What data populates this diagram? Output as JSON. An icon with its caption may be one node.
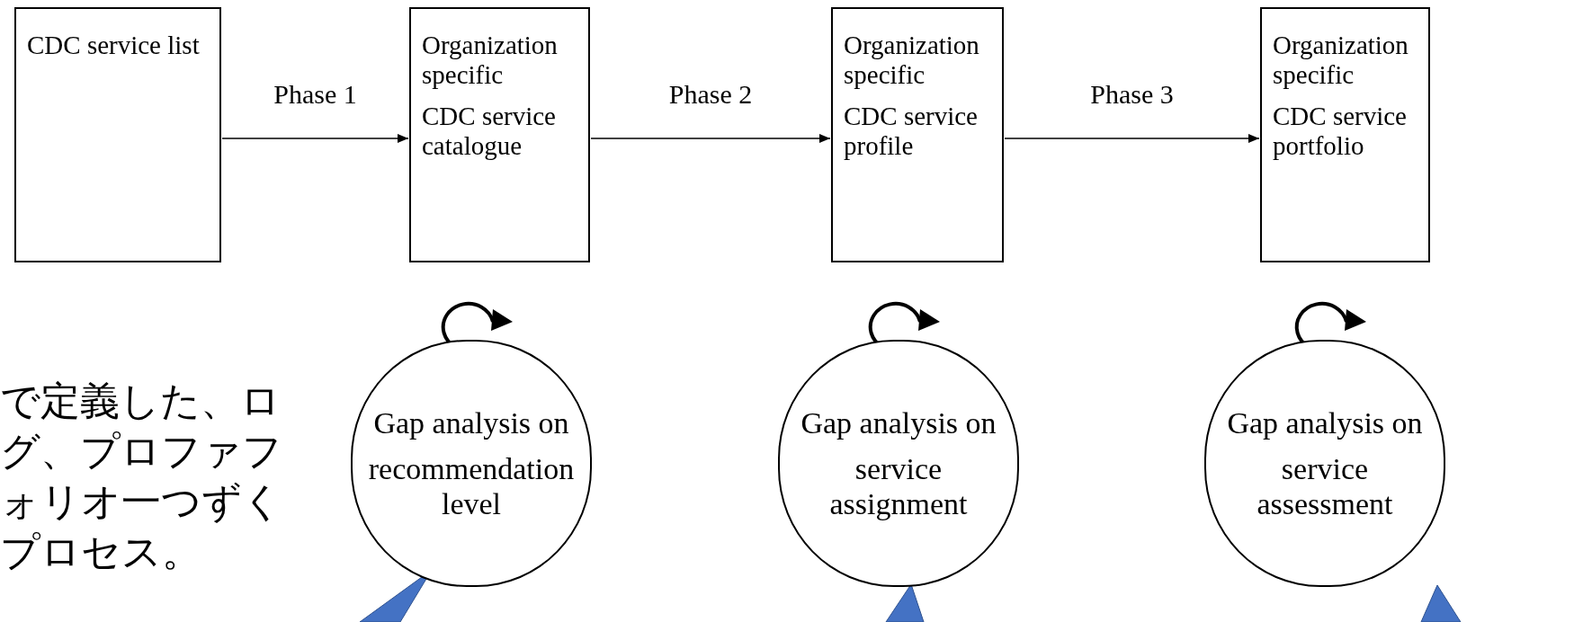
{
  "diagram": {
    "nodes": [
      {
        "text": [
          "CDC service list"
        ]
      },
      {
        "text": [
          "Organization specific",
          "CDC service catalogue"
        ]
      },
      {
        "text": [
          "Organization specific",
          "CDC service profile"
        ]
      },
      {
        "text": [
          "Organization specific",
          "CDC service portfolio"
        ]
      },
      {
        "text": [
          "Gap analysis on",
          "recommendation level"
        ]
      },
      {
        "text": [
          "Gap analysis on",
          "service assignment"
        ]
      },
      {
        "text": [
          "Gap analysis on",
          "service assessment"
        ]
      }
    ],
    "edges": [
      {
        "from": 0,
        "to": 1,
        "arrow": "to",
        "label": "Phase 1"
      },
      {
        "from": 1,
        "to": 2,
        "arrow": "to",
        "label": "Phase 2"
      },
      {
        "from": 2,
        "to": 3,
        "arrow": "to",
        "label": "Phase 3"
      }
    ],
    "labels": [
      "で定義した、ログ、プロファフォリオ一つずくプロセス。"
    ]
  }
}
